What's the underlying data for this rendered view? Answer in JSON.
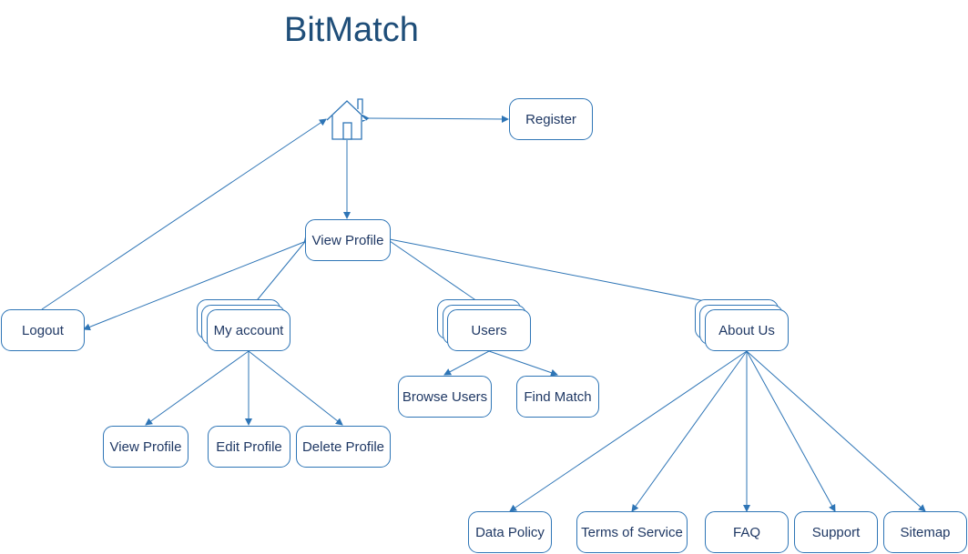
{
  "title": "BitMatch",
  "icons": {
    "home": "home-icon"
  },
  "colors": {
    "line": "#2e75b6",
    "title": "#1f4e79",
    "text": "#1f3864"
  },
  "nodes": {
    "register": "Register",
    "view_profile": "View Profile",
    "logout": "Logout",
    "my_account": "My account",
    "users": "Users",
    "about_us": "About Us",
    "browse_users": "Browse Users",
    "find_match": "Find Match",
    "ma_view_profile": "View Profile",
    "edit_profile": "Edit Profile",
    "delete_profile": "Delete Profile",
    "data_policy": "Data Policy",
    "terms_of_service": "Terms of Service",
    "faq": "FAQ",
    "support": "Support",
    "sitemap": "Sitemap"
  }
}
